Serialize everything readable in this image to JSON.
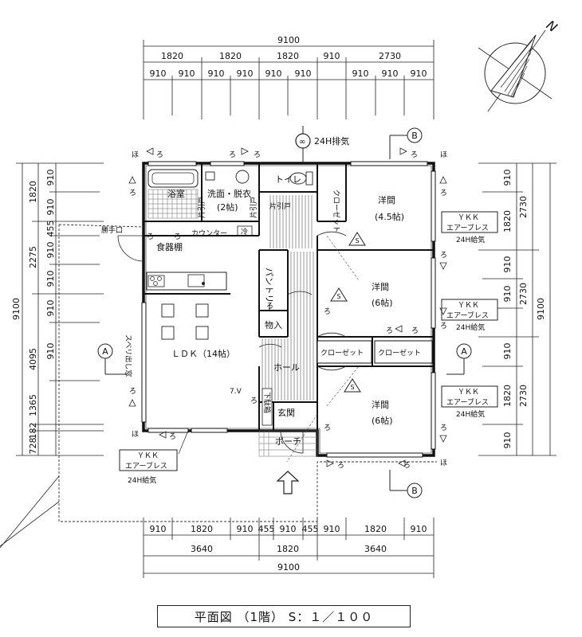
{
  "title": "平面図 （1階） S：１／１００",
  "dims_top": {
    "total": "9100",
    "row2": [
      "1820",
      "1820",
      "1820",
      "910",
      "2730"
    ],
    "row3": [
      "910",
      "910",
      "910",
      "910",
      "910",
      "910",
      "910",
      "910",
      "910"
    ]
  },
  "dims_bottom": {
    "row1": [
      "910",
      "1820",
      "910",
      "455",
      "910",
      "455",
      "910",
      "1820",
      "910"
    ],
    "row2": [
      "3640",
      "1820",
      "3640"
    ],
    "total": "9100"
  },
  "dims_left": {
    "total": "9100",
    "row2": [
      "1820",
      "2275",
      "4095",
      "1365",
      "182",
      "728"
    ],
    "row3": [
      "910",
      "910",
      "455",
      "910",
      "910",
      "910",
      "910"
    ]
  },
  "dims_right": {
    "total": "9100",
    "row2": [
      "2730",
      "2730",
      "2730"
    ],
    "row3": [
      "910",
      "1820",
      "910",
      "910",
      "910",
      "1820",
      "910"
    ]
  },
  "rooms": {
    "bath": "浴室",
    "washroom": "洗面・脱衣",
    "washroom_size": "(2帖)",
    "toilet": "トイレ",
    "closet_small": "クローゼット",
    "sliding_door_1": "片引戸",
    "sliding_door_2": "片引戸",
    "sliding_door_3": "片引戸",
    "youma1": "洋間",
    "youma1_size": "(4.5帖)",
    "youma2": "洋間",
    "youma2_size": "(6帖)",
    "youma3": "洋間",
    "youma3_size": "(6帖)",
    "katteguchi": "勝手口",
    "counter": "カウンター",
    "cupboard": "食器棚",
    "reizo": "冷",
    "pantry": "パントリー",
    "storage": "物入",
    "ldk": "ＬＤＫ（14帖）",
    "sliding_window": "スベリ出し窓",
    "hall": "ホール",
    "closet_a": "クローゼット",
    "closet_b": "クローゼット",
    "tv": "7.V",
    "shoe": "下駄箱",
    "genkan": "玄関",
    "porch": "ポーチ"
  },
  "equipment": {
    "exhaust": "24H排気",
    "ykk": "ＹＫＫ",
    "airbreath": "エアーブレス",
    "supply": "24H給気"
  },
  "marks": {
    "section_a": "A",
    "section_b": "B",
    "smoke": "S",
    "north": "N",
    "ho": "ほ",
    "ro": "ろ"
  }
}
